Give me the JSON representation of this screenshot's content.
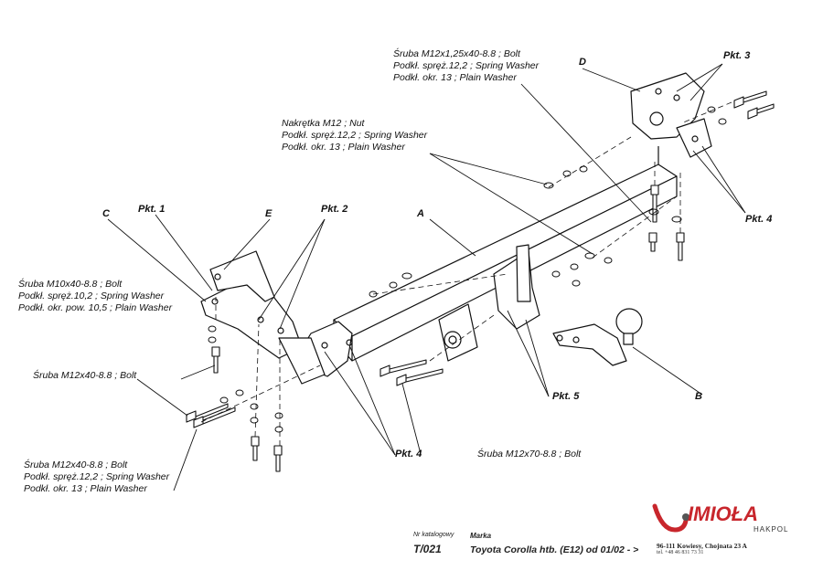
{
  "callouts": {
    "part_a": "A",
    "part_b": "B",
    "part_c": "C",
    "part_d": "D",
    "part_e": "E",
    "pkt1": "Pkt. 1",
    "pkt2": "Pkt. 2",
    "pkt3": "Pkt. 3",
    "pkt4_left": "Pkt. 4",
    "pkt4_right": "Pkt. 4",
    "pkt5": "Pkt. 5"
  },
  "notes": {
    "top_bolt": [
      "Śruba M12x1,25x40-8.8 ;  Bolt",
      "Podkł. spręż.12,2 ; Spring Washer",
      "Podkł. okr. 13 ; Plain Washer"
    ],
    "nut": [
      "Nakrętka  M12 ; Nut",
      "Podkł. spręż.12,2 ; Spring Washer",
      "Podkł. okr. 13 ; Plain Washer"
    ],
    "m10_bolt": [
      "Śruba M10x40-8.8 ;  Bolt",
      "Podkł. spręż.10,2 ; Spring Washer",
      "Podkł. okr. pow. 10,5 ; Plain Washer"
    ],
    "m12_bolt_single": [
      "Śruba M12x40-8.8 ;  Bolt"
    ],
    "m12_bolt_bottom": [
      "Śruba M12x40-8.8 ;  Bolt",
      "Podkł. spręż.12,2 ; Spring Washer",
      "Podkł. okr. 13 ; Plain Washer"
    ],
    "m12x70_bolt": [
      "Śruba M12x70-8.8 ;  Bolt"
    ]
  },
  "title_block": {
    "catalog_label": "Nr katalogowy",
    "catalog_number": "T/021",
    "brand_label": "Marka",
    "vehicle": "Toyota Corolla htb. (E12)   od  01/02 - >"
  },
  "company": {
    "logo_text": "IMIOŁA",
    "logo_sub": "HAKPOL",
    "address": "96-111 Kowiesy, Chojnata 23 A",
    "phone": "tel. +48 46 831 73 31",
    "accent": "#c8262c"
  }
}
